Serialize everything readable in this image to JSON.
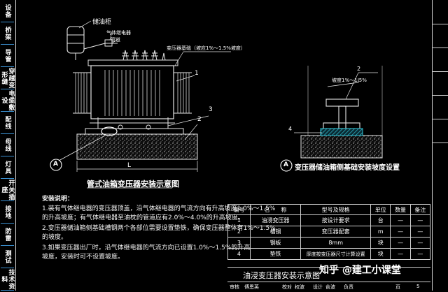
{
  "left_tabs": [
    "设备",
    "桥架",
    "导管",
    "穿越变形缝",
    "电缆敷设",
    "配线",
    "母线",
    "灯具",
    "开关插座",
    "接地",
    "防雷",
    "测试",
    "技术资料"
  ],
  "diagram_a": {
    "title": "管式油箱变压器安装示意图",
    "label_conservator": "储油柜",
    "label_relay": "气体继电器",
    "label_pipe": "管道",
    "label_slope": "变压器基础（坡应1%～1.5%坡度）",
    "callout_1": "1",
    "callout_2": "2",
    "callout_3": "3",
    "section_mark": "A",
    "dim_L": "L"
  },
  "diagram_b": {
    "title": "变压器储油箱侧基础安装坡度设置",
    "section_mark": "A",
    "slope_text": "坡度1%～1.5%",
    "callout_2": "2",
    "callout_4": "4"
  },
  "notes": {
    "heading": "安装说明：",
    "lines": [
      "1.装有气体继电器的变压器顶盖，沿气体继电器的气流方向有升高坡度1.0%～1.5%",
      "的升高坡度；有气体继电器至油枕的管道应有2.0%～4.0%的升高坡度。",
      "2.变压器储油箱侧基础槽钢两个各部位需要设置垫铁，确保变压器整体有1%～1.5%",
      "的坡度。",
      "3.如果变压器出厂时，沿气体继电器的气流方向已设置1.0%～1.5%的升高",
      "坡度，安装时可不设置坡度。"
    ]
  },
  "parts_table": {
    "headers": [
      "编号",
      "名　　称",
      "型号及规格",
      "单位",
      "数量",
      "备注"
    ],
    "rows": [
      [
        "1",
        "油浸变压器",
        "按设计要求",
        "台",
        "—",
        "—"
      ],
      [
        "2",
        "槽钢",
        "变压器配套",
        "m",
        "—",
        "—"
      ],
      [
        "3",
        "钢板",
        "8mm",
        "块",
        "—",
        "—"
      ],
      [
        "4",
        "垫铁",
        "厚度按变压器尺寸计算设置",
        "块",
        "—",
        "—"
      ]
    ]
  },
  "title_block": {
    "drawing_title": "油浸变压器安装示意图",
    "row_labels": [
      "审核",
      "傅恩英",
      "校对",
      "权波",
      "设计",
      "俞波",
      "负责"
    ],
    "page_label": "页",
    "page_number": "5"
  },
  "watermark": "知乎 @建工小课堂"
}
